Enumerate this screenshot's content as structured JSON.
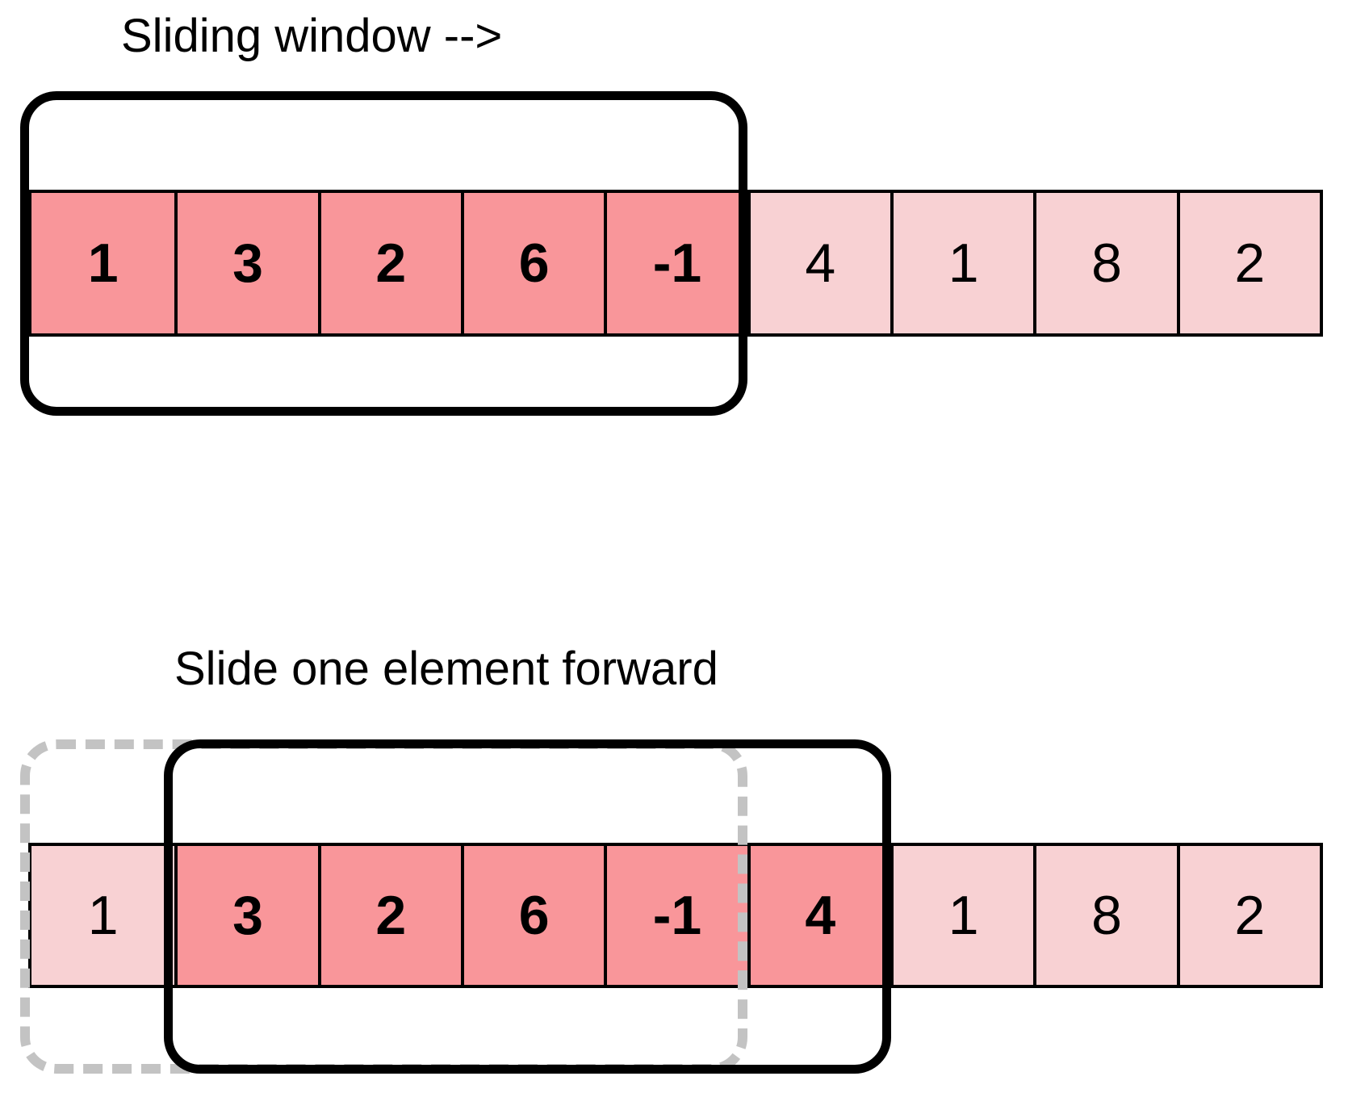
{
  "colors": {
    "window_cell_fill": "#f9969a",
    "outside_cell_fill": "#f8d1d3",
    "outline": "#000000",
    "previous_window_dash": "#c3c3c3"
  },
  "step1": {
    "title": "Sliding window -->",
    "cells": [
      "1",
      "3",
      "2",
      "6",
      "-1",
      "4",
      "1",
      "8",
      "2"
    ],
    "highlighted_indices": [
      0,
      1,
      2,
      3,
      4
    ]
  },
  "step2": {
    "title": "Slide one element forward",
    "cells": [
      "1",
      "3",
      "2",
      "6",
      "-1",
      "4",
      "1",
      "8",
      "2"
    ],
    "highlighted_indices": [
      1,
      2,
      3,
      4,
      5
    ]
  }
}
